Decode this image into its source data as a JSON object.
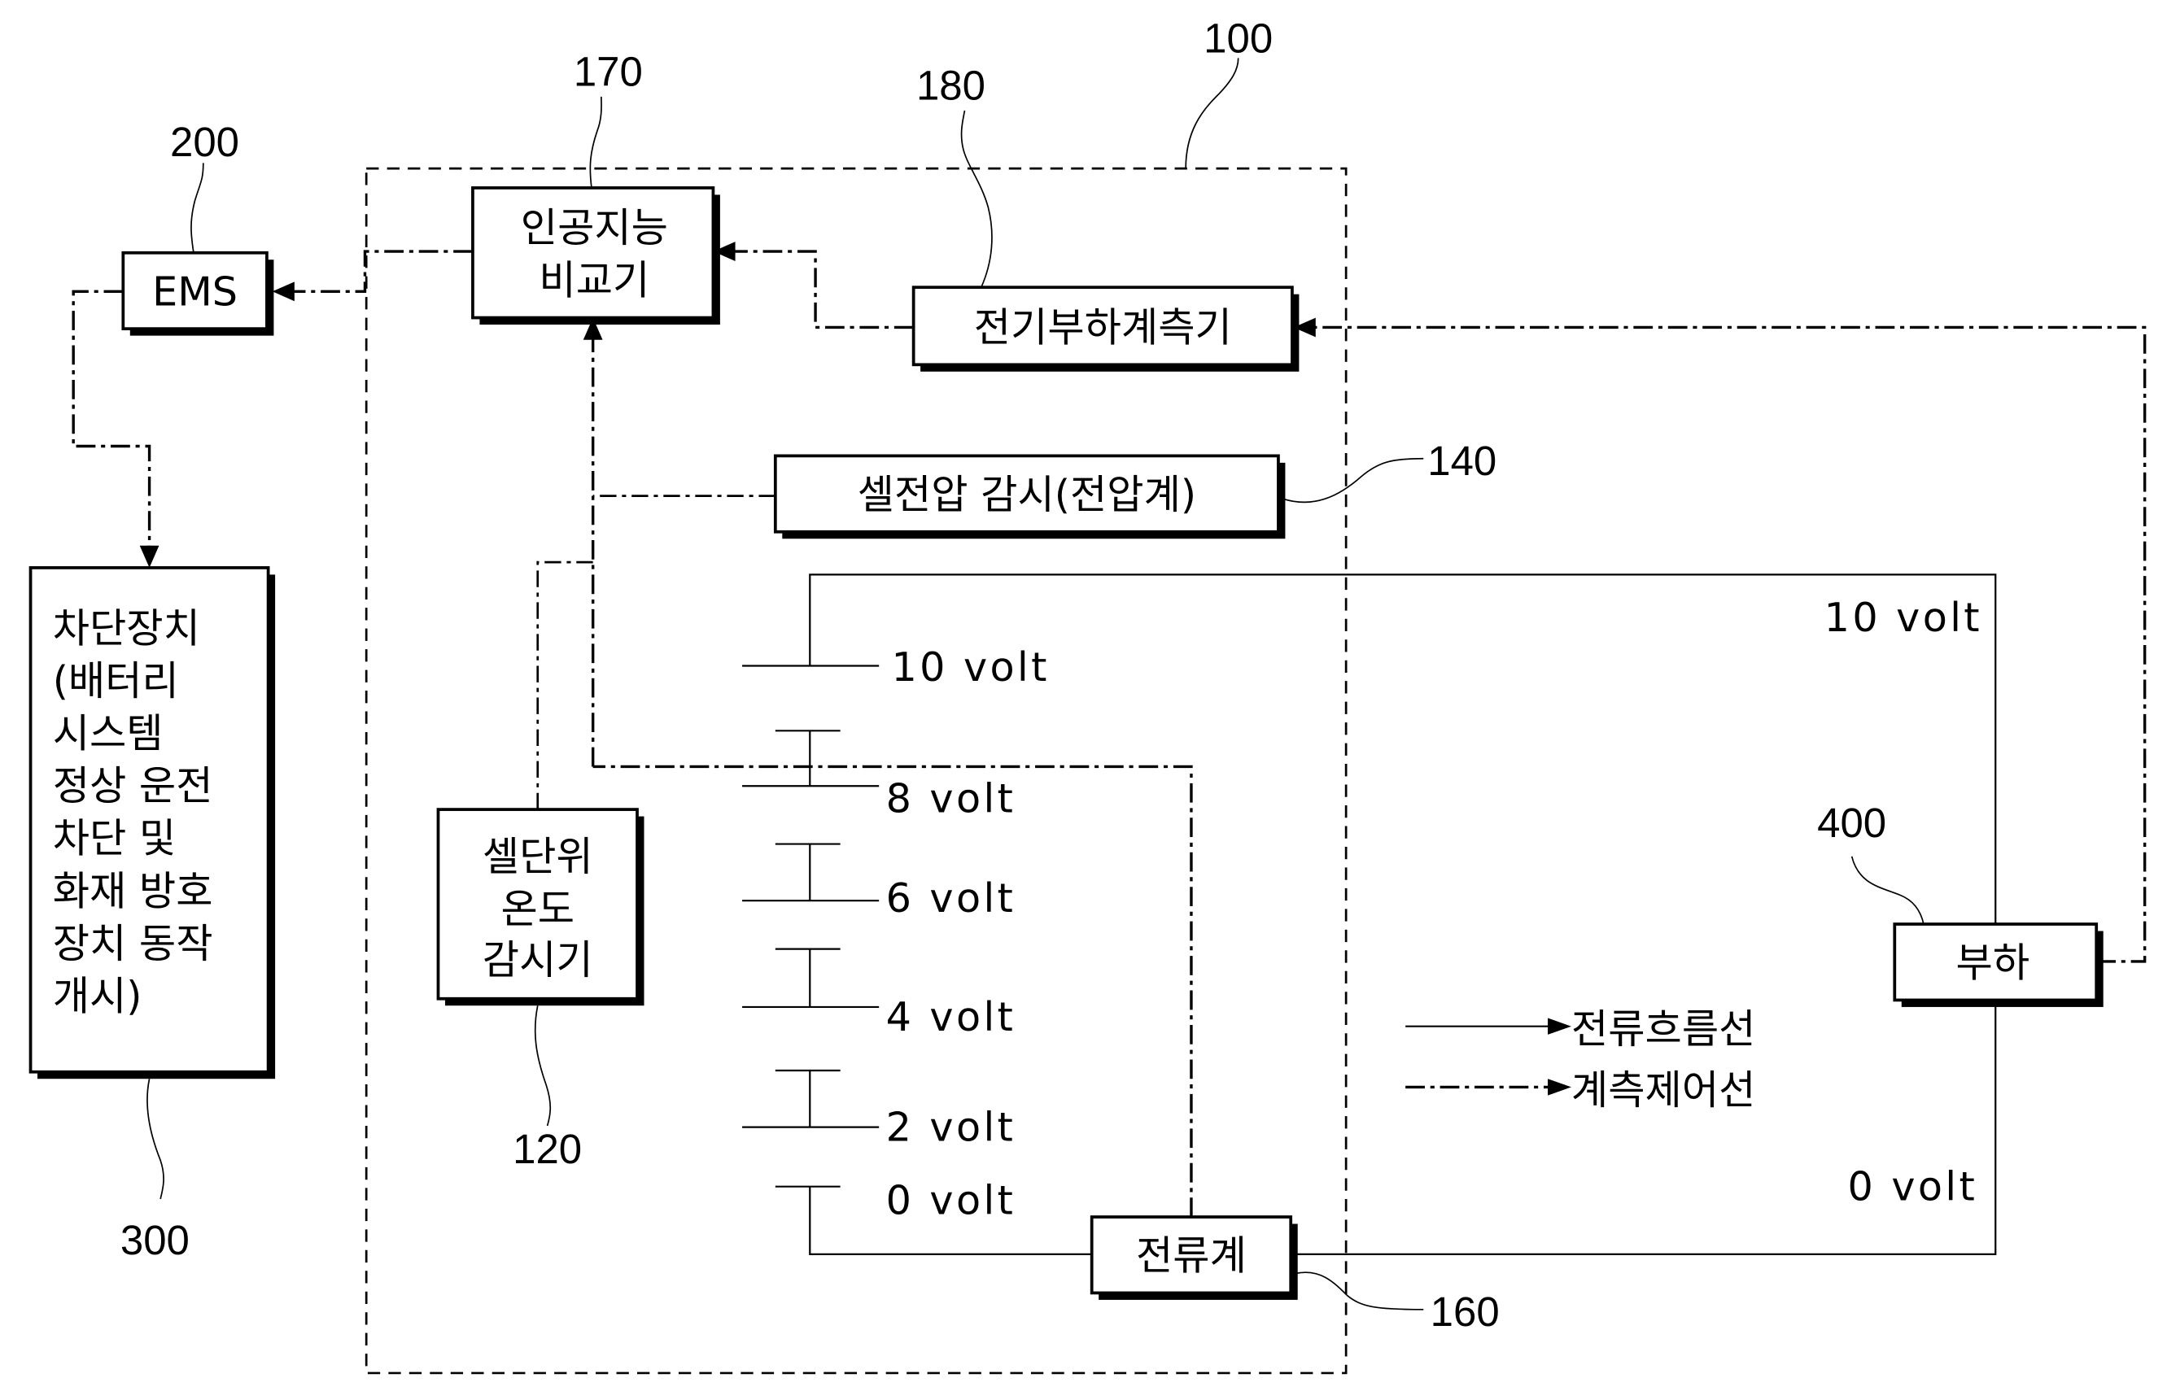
{
  "figure": {
    "system_boundary_ref": "100",
    "blocks": {
      "ems": {
        "ref": "200",
        "label": "EMS"
      },
      "ai_comparator": {
        "ref": "170",
        "lines": [
          "인공지능",
          "비교기"
        ]
      },
      "load_meter": {
        "ref": "180",
        "label": "전기부하계측기"
      },
      "voltage_monitor": {
        "ref": "140",
        "label": "셀전압 감시(전압계)"
      },
      "temperature_monitor": {
        "ref": "120",
        "lines": [
          "셀단위",
          "온도",
          "감시기"
        ]
      },
      "ammeter": {
        "ref": "160",
        "label": "전류계"
      },
      "load": {
        "ref": "400",
        "label": "부하"
      },
      "breaker": {
        "ref": "300",
        "lines": [
          "차단장치",
          "(배터리",
          "시스템",
          "정상 운전",
          "차단 및",
          "화재 방호",
          "장치 동작",
          "개시)"
        ]
      }
    },
    "cell_stack": {
      "levels": [
        "10 volt",
        "8 volt",
        "6 volt",
        "4 volt",
        "2 volt",
        "0 volt"
      ]
    },
    "load_side": {
      "top_voltage": "10 volt",
      "bottom_voltage": "0 volt"
    },
    "legend": [
      {
        "line_style": "solid",
        "label": "전류흐름선"
      },
      {
        "line_style": "dash-dot",
        "label": "계측제어선"
      }
    ]
  }
}
